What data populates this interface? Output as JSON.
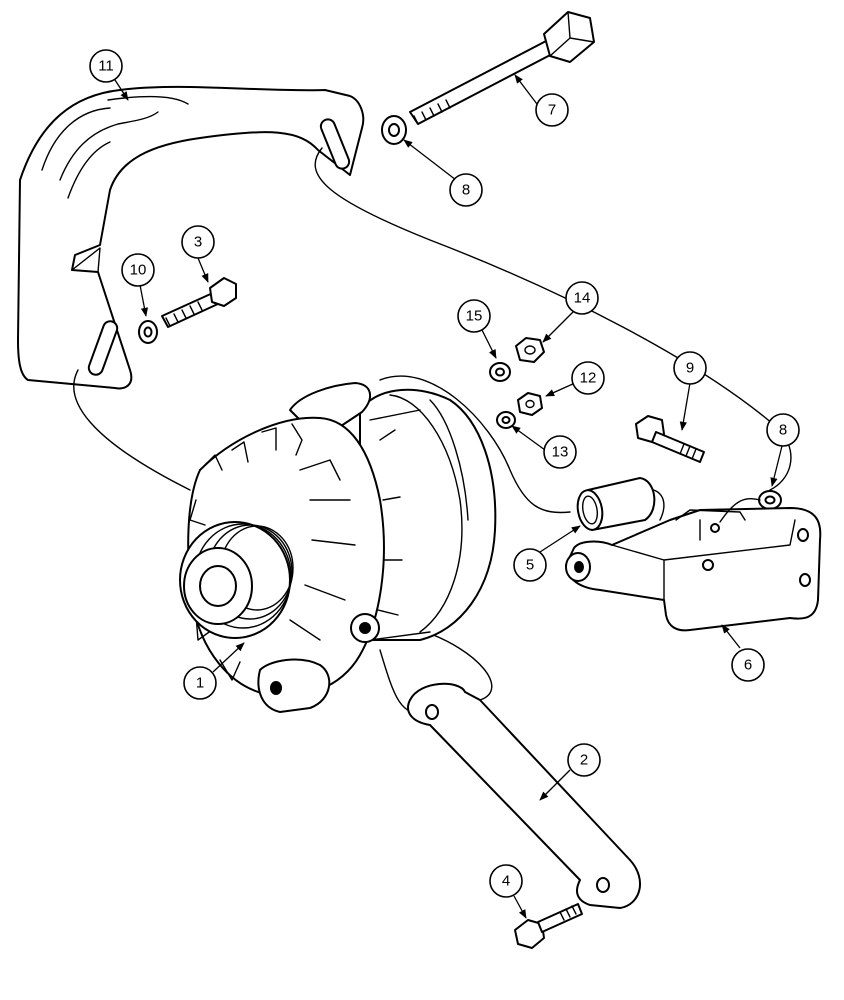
{
  "callouts": [
    "1",
    "2",
    "3",
    "4",
    "5",
    "6",
    "7",
    "8",
    "8",
    "9",
    "10",
    "11",
    "12",
    "13",
    "14",
    "15"
  ],
  "colors": {
    "ink": "#000000",
    "paper": "#ffffff"
  }
}
